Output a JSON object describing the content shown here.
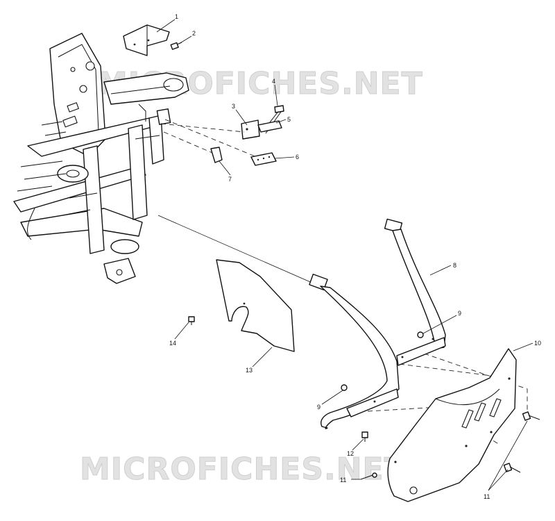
{
  "watermark": {
    "top": "MICROFICHES.NET",
    "bottom": "MICROFICHES.NET"
  },
  "callouts": {
    "c1": "1",
    "c2": "2",
    "c3": "3",
    "c4": "4",
    "c5": "5",
    "c6": "6",
    "c7": "7",
    "c8": "8",
    "c9a": "9",
    "c9b": "9",
    "c10": "10",
    "c11a": "11",
    "c11b": "11",
    "c12": "12",
    "c13": "13",
    "c14": "14"
  }
}
